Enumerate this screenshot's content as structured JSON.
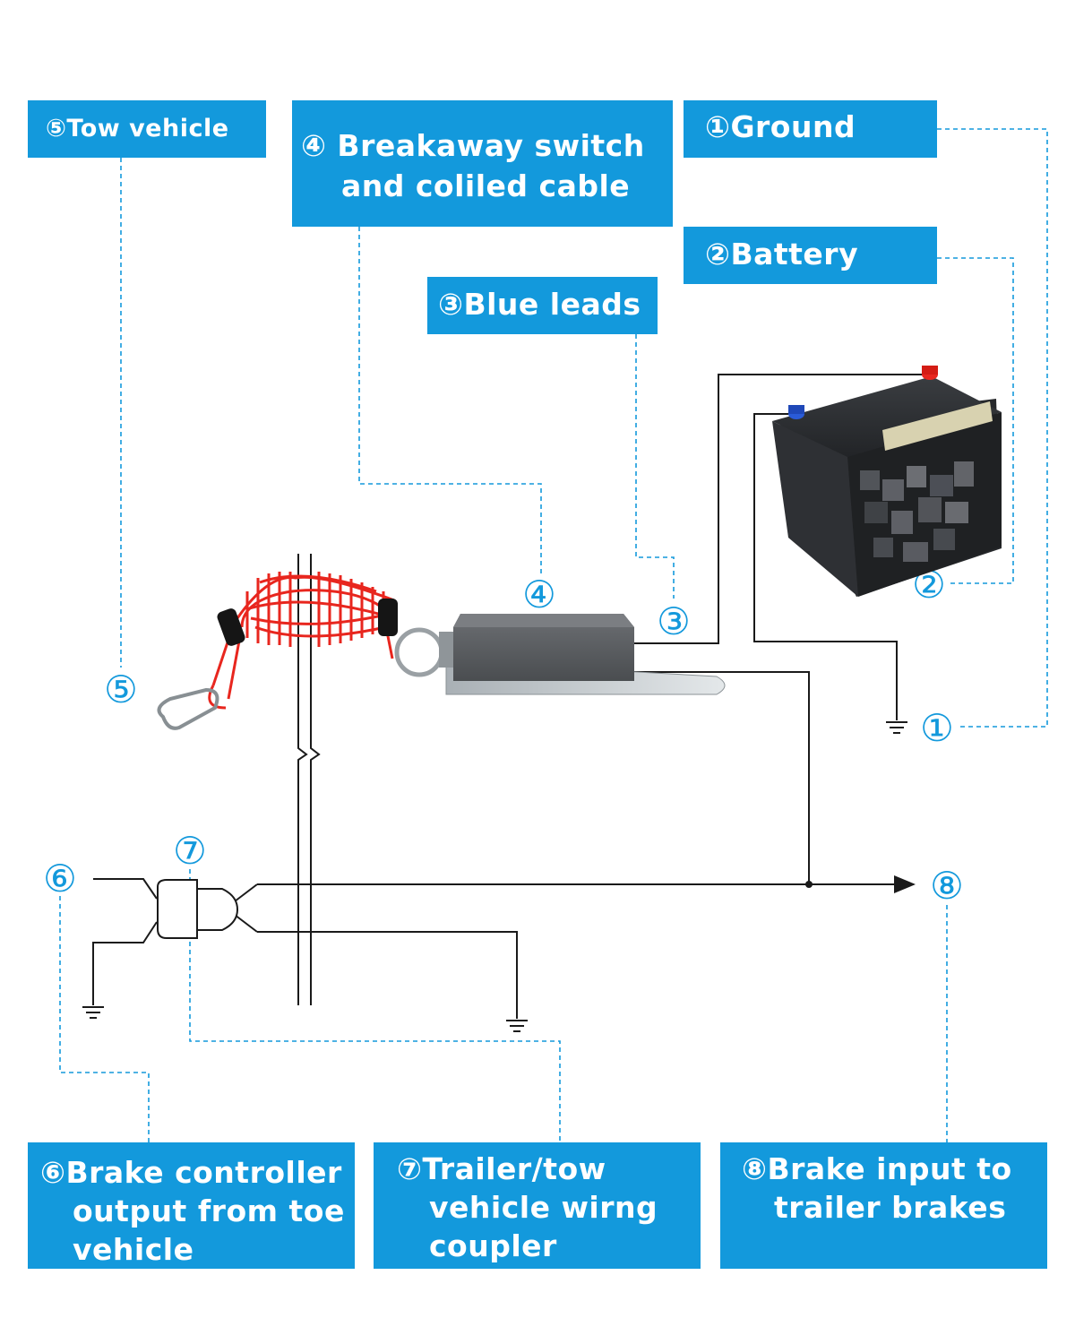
{
  "labels": {
    "tow_vehicle": "⑤Tow vehicle",
    "breakaway_line1": "④ Breakaway switch",
    "breakaway_line2": "and coliled cable",
    "ground": "①Ground",
    "battery": "②Battery",
    "blue_leads": "③Blue leads",
    "brake_controller_line1": "⑥Brake controller",
    "brake_controller_line2": "output from toe",
    "brake_controller_line3": "vehicle",
    "coupler_line1": "⑦Trailer/tow",
    "coupler_line2": "vehicle wirng",
    "coupler_line3": "coupler",
    "brake_input_line1": "⑧Brake  input to",
    "brake_input_line2": "trailer brakes"
  },
  "markers": {
    "m1": "①",
    "m2": "②",
    "m3": "③",
    "m4": "④",
    "m5": "⑤",
    "m6": "⑥",
    "m7": "⑦",
    "m8": "⑧"
  },
  "colors": {
    "label_bg": "#1399dc",
    "label_text": "#ffffff",
    "wire": "#1a1a1a",
    "leader": "#1399dc",
    "coil": "#e8261e",
    "battery_body": "#2b2d30",
    "switch_box": "#5a5d60"
  }
}
